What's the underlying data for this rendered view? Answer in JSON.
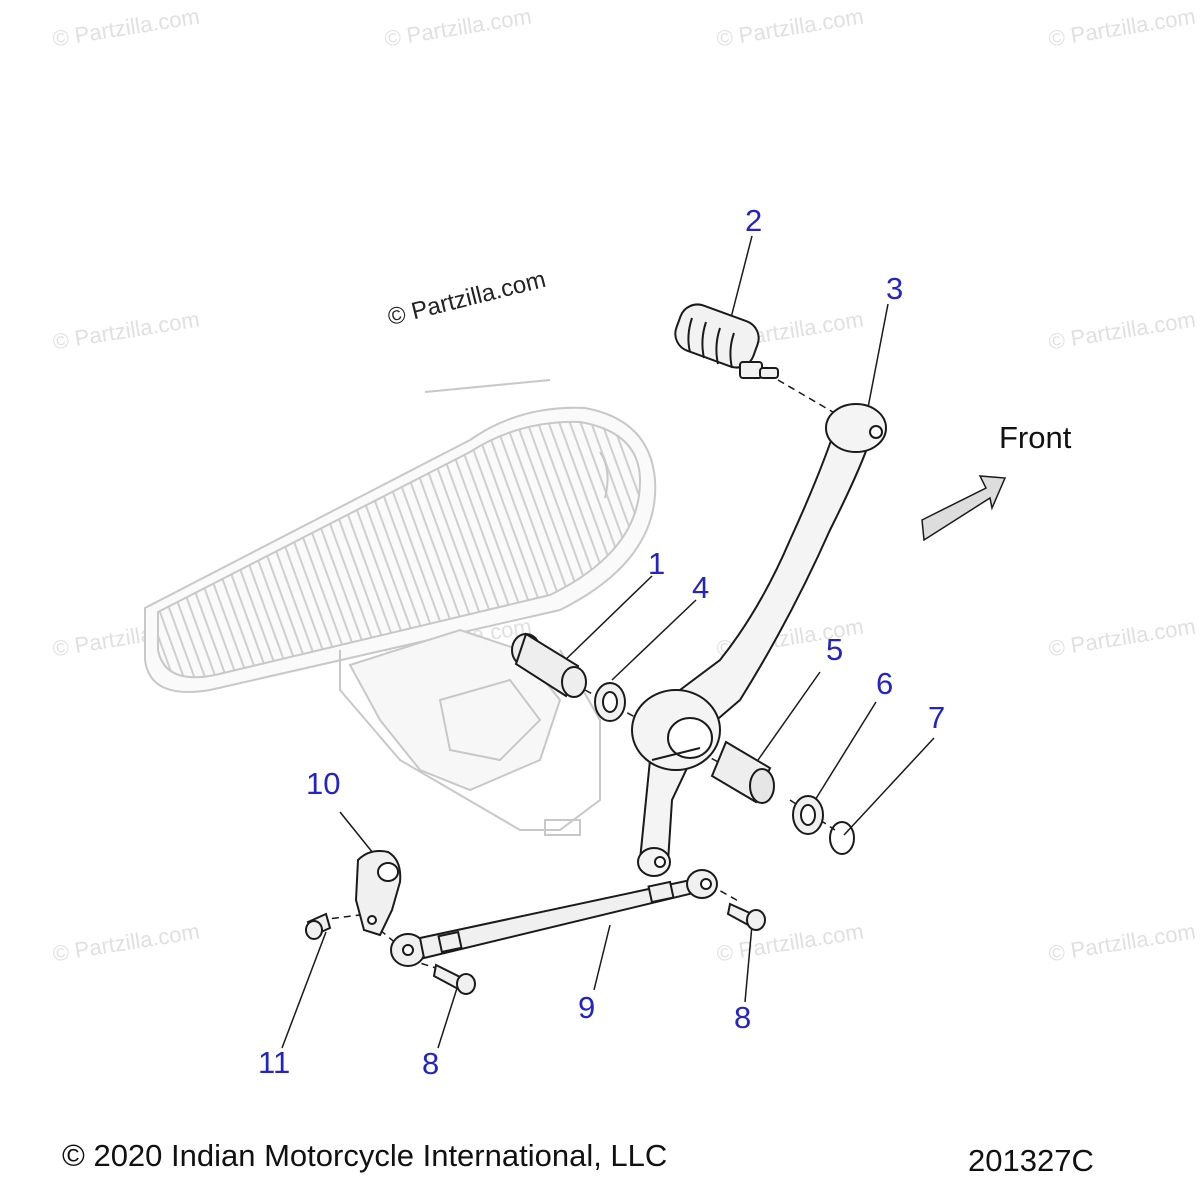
{
  "watermark": "© Partzilla.com",
  "main_watermark": "© Partzilla.com",
  "direction_label": "Front",
  "copyright": "© 2020 Indian Motorcycle International, LLC",
  "diagram_code": "201327C",
  "callouts": [
    {
      "id": "c1",
      "label": "1"
    },
    {
      "id": "c2",
      "label": "2"
    },
    {
      "id": "c3",
      "label": "3"
    },
    {
      "id": "c4",
      "label": "4"
    },
    {
      "id": "c5",
      "label": "5"
    },
    {
      "id": "c6",
      "label": "6"
    },
    {
      "id": "c7",
      "label": "7"
    },
    {
      "id": "c8a",
      "label": "8"
    },
    {
      "id": "c8b",
      "label": "8"
    },
    {
      "id": "c9",
      "label": "9"
    },
    {
      "id": "c10",
      "label": "10"
    },
    {
      "id": "c11",
      "label": "11"
    }
  ],
  "colors": {
    "callout": "#2323c8",
    "line": "#1a1a1a",
    "ghost": "#c8c8c8",
    "watermark": "#e0e0e0"
  }
}
